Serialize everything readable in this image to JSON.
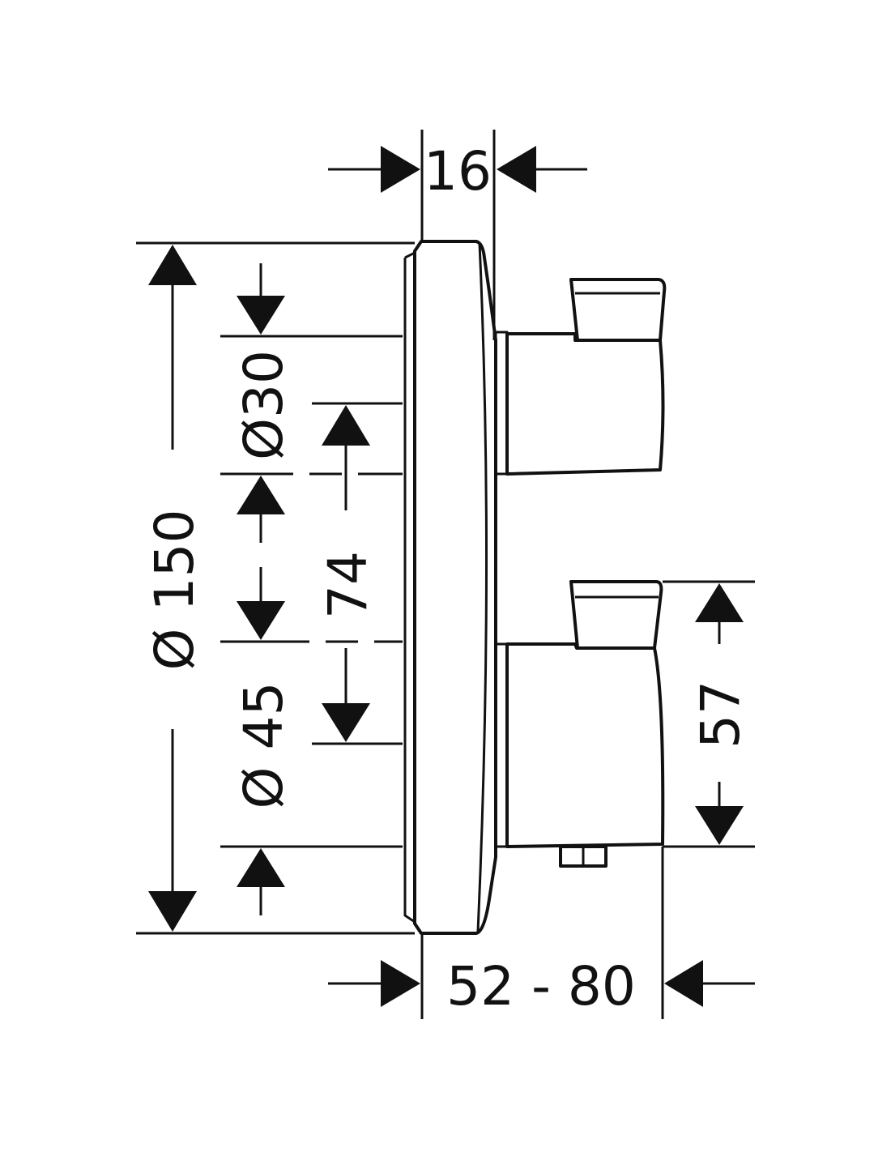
{
  "dimensions": {
    "depth_front": "16",
    "outer_diameter": "Ø 150",
    "knob_top_diameter": "Ø30",
    "knob_bottom_diameter": "Ø 45",
    "knob_spacing": "74",
    "knob_height": "57",
    "installation_depth": "52 - 80"
  },
  "colors": {
    "line": "#111111",
    "background": "#ffffff"
  }
}
